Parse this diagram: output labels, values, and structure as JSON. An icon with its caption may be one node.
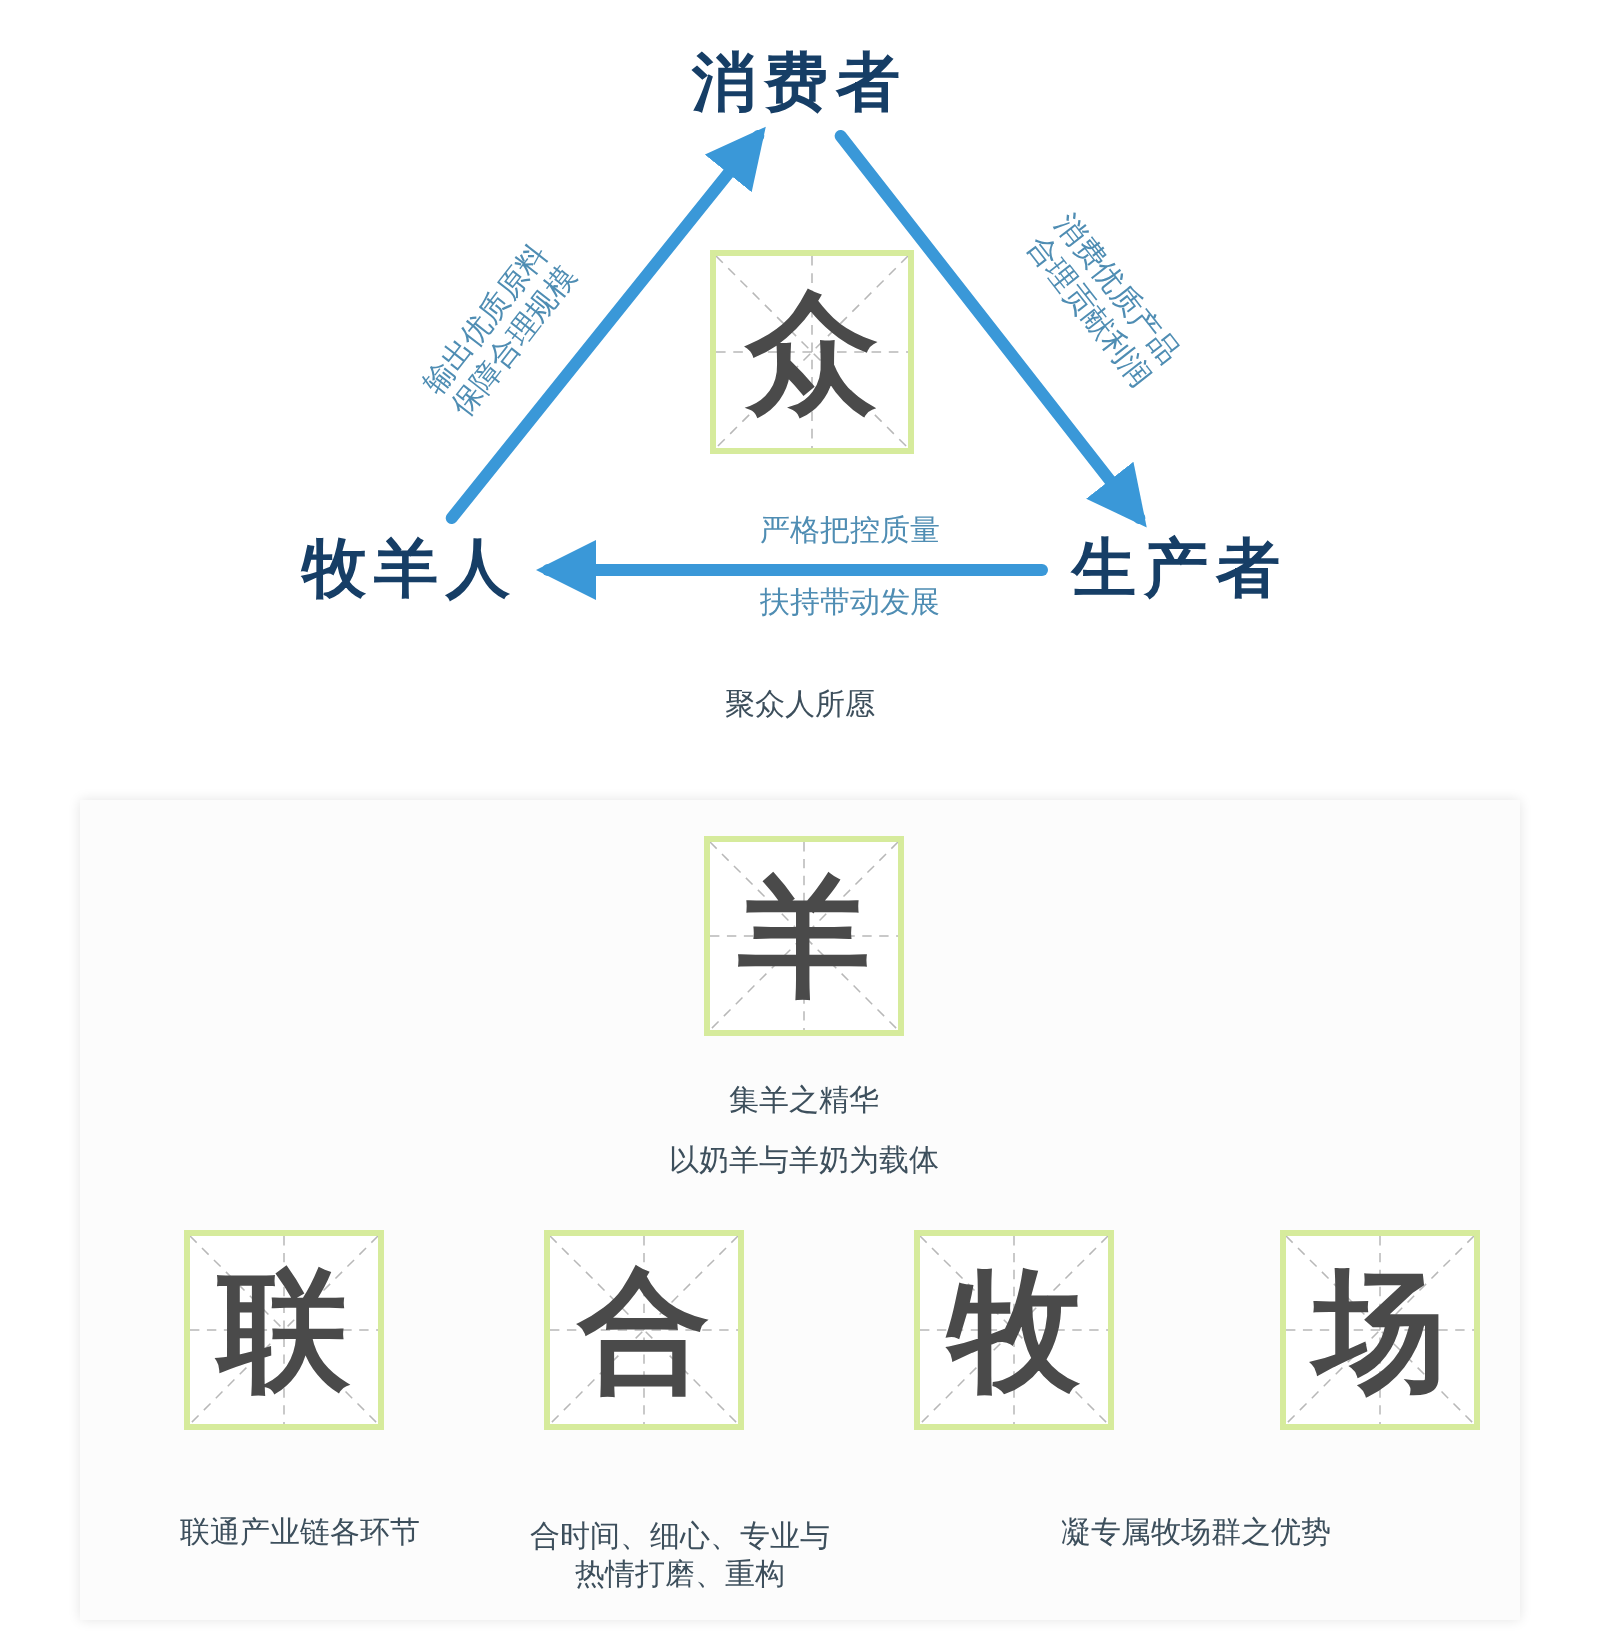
{
  "diagram": {
    "nodes": [
      {
        "text": [
          "消费者"
        ]
      },
      {
        "text": [
          "牧羊人"
        ]
      },
      {
        "text": [
          "生产者"
        ]
      },
      {
        "text": [
          "众"
        ]
      },
      {
        "text": [
          "羊"
        ]
      },
      {
        "text": [
          "联"
        ]
      },
      {
        "text": [
          "合"
        ]
      },
      {
        "text": [
          "牧"
        ]
      },
      {
        "text": [
          "场"
        ]
      }
    ],
    "edges": [
      {
        "from": 1,
        "to": 0,
        "arrow": "to",
        "label": "输出优质原料保障合理规模"
      },
      {
        "from": 0,
        "to": 2,
        "arrow": "to",
        "label": "消费优质产品合理贡献利润"
      },
      {
        "from": 2,
        "to": 1,
        "arrow": "to",
        "label": "严格把控质量扶持带动发展"
      }
    ],
    "labels": [
      "聚众人所愿",
      "集羊之精华",
      "以奶羊与羊奶为载体",
      "联通产业链各环节",
      "合时间、细心、专业与热情打磨、重构",
      "凝专属牧场群之优势"
    ]
  }
}
